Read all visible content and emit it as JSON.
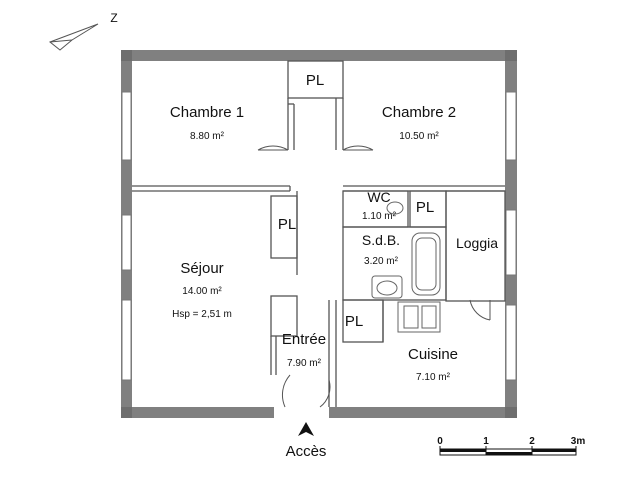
{
  "plan": {
    "rooms": [
      {
        "id": "chambre-1",
        "name": "Chambre 1",
        "area": "8.80 m²"
      },
      {
        "id": "chambre-2",
        "name": "Chambre 2",
        "area": "10.50 m²"
      },
      {
        "id": "sejour",
        "name": "Séjour",
        "area": "14.00 m²",
        "extra": "Hsp = 2,51 m"
      },
      {
        "id": "entree",
        "name": "Entrée",
        "area": "7.90 m²"
      },
      {
        "id": "cuisine",
        "name": "Cuisine",
        "area": "7.10 m²"
      },
      {
        "id": "wc",
        "name": "WC",
        "area": "1.10 m²"
      },
      {
        "id": "sdb",
        "name": "S.d.B.",
        "area": "3.20 m²"
      },
      {
        "id": "loggia",
        "name": "Loggia",
        "area": ""
      }
    ],
    "closets": [
      "PL",
      "PL",
      "PL",
      "PL"
    ],
    "access": "Accès",
    "compass": "Z",
    "scale": {
      "ticks": [
        "0",
        "1",
        "2",
        "3m"
      ]
    },
    "colors": {
      "wall": "#808080",
      "line": "#555555"
    }
  }
}
